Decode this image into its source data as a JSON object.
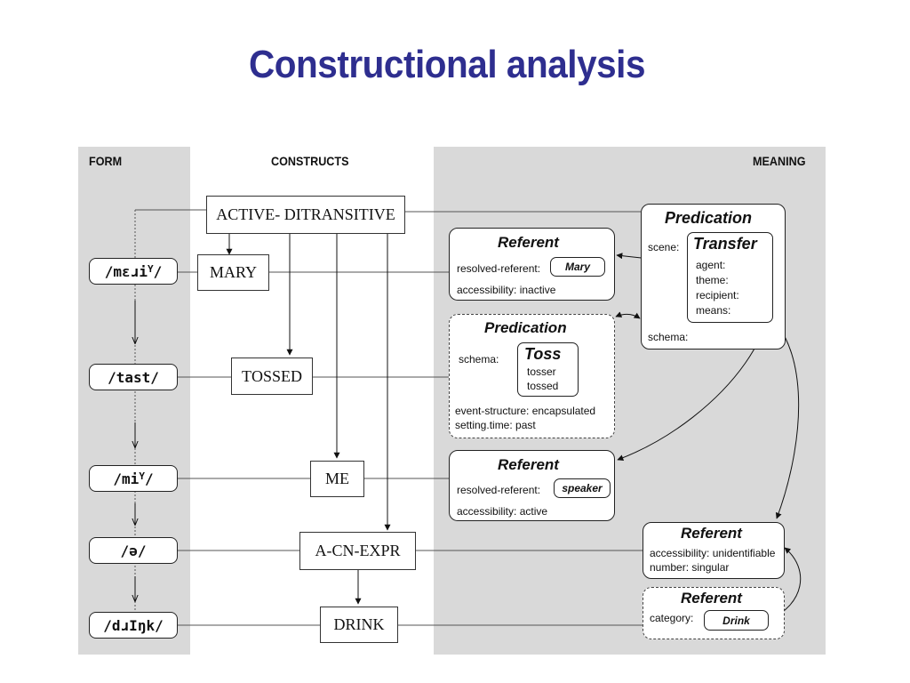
{
  "title": "Constructional analysis",
  "columns": {
    "form": "FORM",
    "constructs": "CONSTRUCTS",
    "meaning": "MEANING"
  },
  "forms": {
    "mary": "/mɛɹi",
    "mary_sup": "Y",
    "mary_end": "/",
    "tast": "/tast/",
    "mi": "/mi",
    "mi_sup": "Y",
    "mi_end": "/",
    "schwa": "/ə/",
    "drink": "/dɹIŋk/"
  },
  "constructs": {
    "active_a": "A",
    "active_b": "CTIVE-",
    "active_c": " D",
    "active_d": "ITRANSITIVE",
    "mary_a": "M",
    "mary_b": "ARY",
    "tossed_a": "T",
    "tossed_b": "OSSED",
    "me_a": "M",
    "me_b": "E",
    "acn_a": "A-CN-E",
    "acn_b": "XPR",
    "drink_a": "D",
    "drink_b": "RINK"
  },
  "meaning": {
    "ref_mary": {
      "title": "Referent",
      "resolved_label": "resolved-referent:",
      "resolved_value": "Mary",
      "access": "accessibility:  inactive"
    },
    "pred_toss": {
      "title": "Predication",
      "schema_label": "schema:",
      "schema_title": "Toss",
      "role1": "tosser",
      "role2": "tossed",
      "event": "event-structure:  encapsulated",
      "time": "setting.time:  past"
    },
    "ref_me": {
      "title": "Referent",
      "resolved_label": "resolved-referent:",
      "resolved_value": "speaker",
      "access": "accessibility:  active"
    },
    "pred_transfer": {
      "title": "Predication",
      "scene_label": "scene:",
      "scene_title": "Transfer",
      "role_agent": "agent:",
      "role_theme": "theme:",
      "role_recipient": "recipient:",
      "role_means": "means:",
      "schema_label": "schema:"
    },
    "ref_unident": {
      "title": "Referent",
      "access": "accessibility:  unidentifiable",
      "number": "number:  singular"
    },
    "ref_drink": {
      "title": "Referent",
      "category_label": "category:",
      "category_value": "Drink"
    }
  }
}
